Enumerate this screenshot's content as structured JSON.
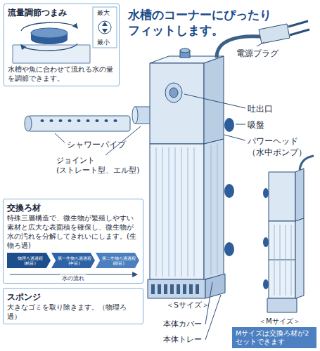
{
  "diagram": {
    "title": "水槽のコーナーにぴったり フィットします。",
    "nodes": [
      {
        "text": [
          "流量調節つまみ",
          "水槽や魚に合わせて流れる水の量を調節できます。"
        ]
      },
      {
        "text": [
          "交換ろ材",
          "特殊三層構造で、微生物が繁殖しやすい素材と広大な表面積を確保し、微生物が水の汚れを分解してきれいにします。(生物ろ過)"
        ]
      },
      {
        "text": [
          "物理ろ過過程 (粗目)"
        ],
        "in": 1
      },
      {
        "text": [
          "第一生物ろ過過程 (中目)"
        ],
        "in": 1
      },
      {
        "text": [
          "第二生物ろ過過程 (細目)"
        ],
        "in": 1
      },
      {
        "text": [
          "スポンジ",
          "大きなゴミを取り除きます。（物理ろ過）"
        ]
      },
      {
        "text": [
          "Mサイズは交換ろ材が2セットできます"
        ]
      }
    ],
    "labels": [
      "最大",
      "最小",
      "電源プラグ",
      "吐出口",
      "吸盤",
      "パワーヘッド （水中ポンプ）",
      "シャワーパイプ",
      "ジョイント (ストレート型、エル型)",
      "水の流れ",
      "＜Sサイズ＞",
      "本体カバー",
      "本体トレー",
      "＜Mサイズ＞"
    ]
  }
}
